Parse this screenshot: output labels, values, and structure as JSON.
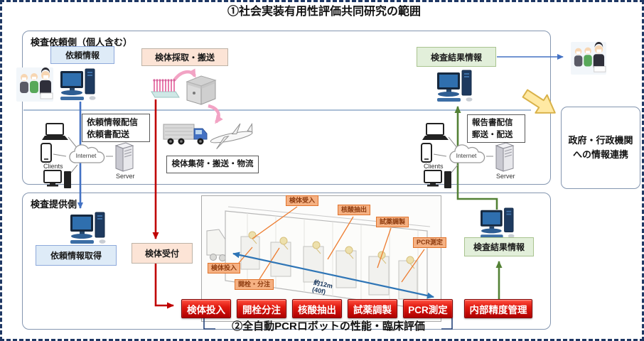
{
  "scope1_title": "①社会実装有用性評価共同研究の範囲",
  "scope2_title": "②全自動PCRロボットの性能・臨床評価",
  "requester_panel": {
    "label": "検査依頼側（個人含む）"
  },
  "provider_panel": {
    "label": "検査提供側"
  },
  "boxes": {
    "request_info": "依頼情報",
    "specimen_collect": "検体採取・搬送",
    "result_info_top": "検査結果情報",
    "request_distribution": "依頼情報配信\n依頼書配送",
    "report_distribution": "報告書配信\n郵送・配送",
    "logistics": "検体集荷・搬送・物流",
    "government": "政府・行政機関\nへの情報連携",
    "request_info_get": "依頼情報取得",
    "specimen_accept": "検体受付",
    "result_info_bottom": "検査結果情報"
  },
  "network_left": {
    "internet": "Internet",
    "clients": "Clients",
    "server": "Server"
  },
  "network_right": {
    "internet": "Internet",
    "clients": "Clients",
    "server": "Server"
  },
  "robot_labels": {
    "specimen_receive": "検体受入",
    "nucleic_extraction": "核酸抽出",
    "reagent_prep": "試薬調製",
    "pcr_measure": "PCR測定",
    "specimen_input": "検体投入",
    "uncap_dispense": "開栓・分注",
    "dimension": "約12m\n(40f)"
  },
  "process_buttons": [
    {
      "label": "検体投入"
    },
    {
      "label": "開栓分注"
    },
    {
      "label": "核酸抽出"
    },
    {
      "label": "試薬調製"
    },
    {
      "label": "PCR測定"
    },
    {
      "label": "内部精度管理"
    }
  ],
  "colors": {
    "border_dashed": "#1F3864",
    "panel_border": "#8496B0",
    "flow_request_blue": "#4472C4",
    "flow_specimen_red": "#C00000",
    "flow_result_green": "#538135",
    "dimension_blue": "#2E75B6",
    "tag_orange": "#F5B183",
    "button_red": "#C00000",
    "box_blue": "#DEEBF7",
    "box_peach": "#FCE4D6",
    "box_green": "#E2EFDA",
    "arrow_yellow": "#FFE9A3"
  }
}
